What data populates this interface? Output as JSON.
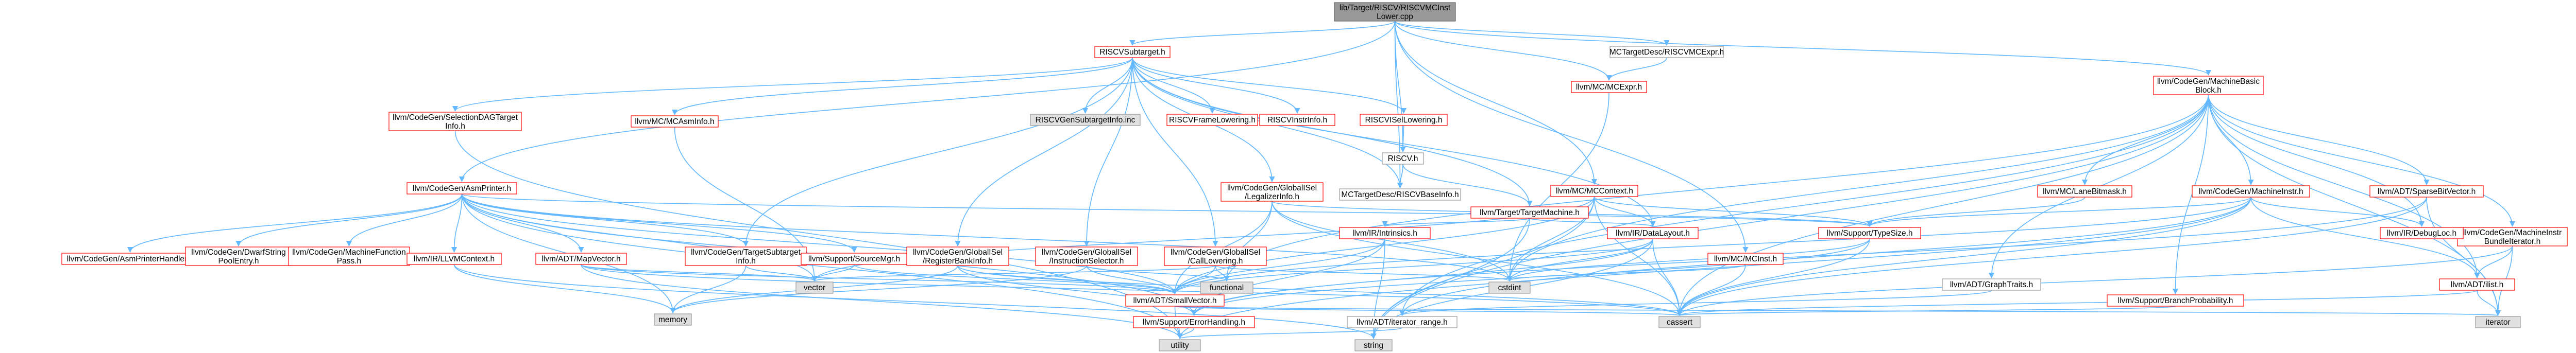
{
  "colors": {
    "root_fill": "#999999",
    "root_border": "#666666",
    "red_border": "#ff0000",
    "gray_border": "#999999",
    "system_fill": "#e0e0e0",
    "edge": "#63b8ff"
  },
  "nodes": [
    {
      "id": "root",
      "label": "lib/Target/RISCV/RISCVMCInst\nLower.cpp",
      "style": "root"
    },
    {
      "id": "rvsub",
      "label": "RISCVSubtarget.h",
      "style": "red"
    },
    {
      "id": "mcmcexpr",
      "label": "llvm/MC/MCExpr.h",
      "style": "red"
    },
    {
      "id": "mctgtexpr",
      "label": "MCTargetDesc/RISCVMCExpr.h",
      "style": "gray"
    },
    {
      "id": "mbb",
      "label": "llvm/CodeGen/MachineBasic\nBlock.h",
      "style": "red"
    },
    {
      "id": "asmp",
      "label": "llvm/CodeGen/AsmPrinter.h",
      "style": "red"
    },
    {
      "id": "sdagi",
      "label": "llvm/CodeGen/SelectionDAGTarget\nInfo.h",
      "style": "red"
    },
    {
      "id": "mcasmi",
      "label": "llvm/MC/MCAsmInfo.h",
      "style": "red"
    },
    {
      "id": "rvgenst",
      "label": "RISCVGenSubtargetInfo.inc",
      "style": "system"
    },
    {
      "id": "rvframe",
      "label": "RISCVFrameLowering.h",
      "style": "red"
    },
    {
      "id": "rvinstr",
      "label": "RISCVInstrInfo.h",
      "style": "red"
    },
    {
      "id": "rvisel",
      "label": "RISCVISelLowering.h",
      "style": "red"
    },
    {
      "id": "riscvh",
      "label": "RISCV.h",
      "style": "gray"
    },
    {
      "id": "rvbaseinfo",
      "label": "MCTargetDesc/RISCVBaseInfo.h",
      "style": "gray"
    },
    {
      "id": "mccontext",
      "label": "llvm/MC/MCContext.h",
      "style": "red"
    },
    {
      "id": "mcinst",
      "label": "llvm/MC/MCInst.h",
      "style": "red"
    },
    {
      "id": "gisellegal",
      "label": "llvm/CodeGen/GlobalISel\n/LegalizerInfo.h",
      "style": "red"
    },
    {
      "id": "tgtmachine",
      "label": "llvm/Target/TargetMachine.h",
      "style": "red"
    },
    {
      "id": "intrinsics",
      "label": "llvm/IR/Intrinsics.h",
      "style": "red"
    },
    {
      "id": "datalayout",
      "label": "llvm/IR/DataLayout.h",
      "style": "red"
    },
    {
      "id": "mclanebit",
      "label": "llvm/MC/LaneBitmask.h",
      "style": "red"
    },
    {
      "id": "minstr",
      "label": "llvm/CodeGen/MachineInstr.h",
      "style": "red"
    },
    {
      "id": "sparsebv",
      "label": "llvm/ADT/SparseBitVector.h",
      "style": "red"
    },
    {
      "id": "mibundle",
      "label": "llvm/CodeGen/MachineInstr\nBundleIterator.h",
      "style": "red"
    },
    {
      "id": "typesize",
      "label": "llvm/Support/TypeSize.h",
      "style": "red"
    },
    {
      "id": "debugloc",
      "label": "llvm/IR/DebugLoc.h",
      "style": "red"
    },
    {
      "id": "graphtraits",
      "label": "llvm/ADT/GraphTraits.h",
      "style": "gray"
    },
    {
      "id": "branchprob",
      "label": "llvm/Support/BranchProbability.h",
      "style": "red"
    },
    {
      "id": "ilist",
      "label": "llvm/ADT/ilist.h",
      "style": "red"
    },
    {
      "id": "asmhandler",
      "label": "llvm/CodeGen/AsmPrinterHandler.h",
      "style": "red"
    },
    {
      "id": "dwarfstr",
      "label": "llvm/CodeGen/DwarfString\nPoolEntry.h",
      "style": "red"
    },
    {
      "id": "mfpass",
      "label": "llvm/CodeGen/MachineFunction\nPass.h",
      "style": "red"
    },
    {
      "id": "llvmctx",
      "label": "llvm/IR/LLVMContext.h",
      "style": "red"
    },
    {
      "id": "mapvector",
      "label": "llvm/ADT/MapVector.h",
      "style": "red"
    },
    {
      "id": "tgtsubinfo",
      "label": "llvm/CodeGen/TargetSubtarget\nInfo.h",
      "style": "red"
    },
    {
      "id": "sourcemgr",
      "label": "llvm/Support/SourceMgr.h",
      "style": "red"
    },
    {
      "id": "giselregbank",
      "label": "llvm/CodeGen/GlobalISel\n/RegisterBankInfo.h",
      "style": "red"
    },
    {
      "id": "giselinstsel",
      "label": "llvm/CodeGen/GlobalISel\n/InstructionSelector.h",
      "style": "red"
    },
    {
      "id": "giselcall",
      "label": "llvm/CodeGen/GlobalISel\n/CallLowering.h",
      "style": "red"
    },
    {
      "id": "vector",
      "label": "vector",
      "style": "system"
    },
    {
      "id": "memory",
      "label": "memory",
      "style": "system"
    },
    {
      "id": "smallvector",
      "label": "llvm/ADT/SmallVector.h",
      "style": "red"
    },
    {
      "id": "functional",
      "label": "functional",
      "style": "system"
    },
    {
      "id": "cstdint",
      "label": "cstdint",
      "style": "system"
    },
    {
      "id": "cassert",
      "label": "cassert",
      "style": "system"
    },
    {
      "id": "errhandling",
      "label": "llvm/Support/ErrorHandling.h",
      "style": "red"
    },
    {
      "id": "iterrange",
      "label": "llvm/ADT/iterator_range.h",
      "style": "gray"
    },
    {
      "id": "utility",
      "label": "utility",
      "style": "system"
    },
    {
      "id": "string",
      "label": "string",
      "style": "system"
    },
    {
      "id": "iterator",
      "label": "iterator",
      "style": "system"
    }
  ]
}
